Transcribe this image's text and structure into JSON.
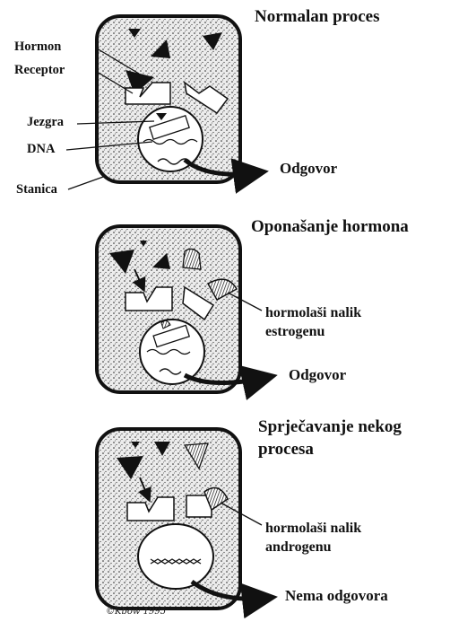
{
  "panels": {
    "normal": {
      "title": "Normalan proces",
      "labels": {
        "hormone": "Hormon",
        "receptor": "Receptor",
        "nucleus": "Jezgra",
        "dna": "DNA",
        "cell": "Stanica"
      },
      "response": "Odgovor"
    },
    "mimic": {
      "title": "Oponašanje hormona",
      "disruptor_line1": "hormolaši nalik",
      "disruptor_line2": "estrogenu",
      "response": "Odgovor"
    },
    "block": {
      "title_line1": "Sprječavanje nekog",
      "title_line2": "procesa",
      "disruptor_line1": "hormolaši nalik",
      "disruptor_line2": "androgenu",
      "response": "Nema odgovora"
    }
  },
  "signature": "©Kbow 1995",
  "colors": {
    "ink": "#111111",
    "cytoplasm": "#d9d9d9",
    "background": "#ffffff"
  }
}
